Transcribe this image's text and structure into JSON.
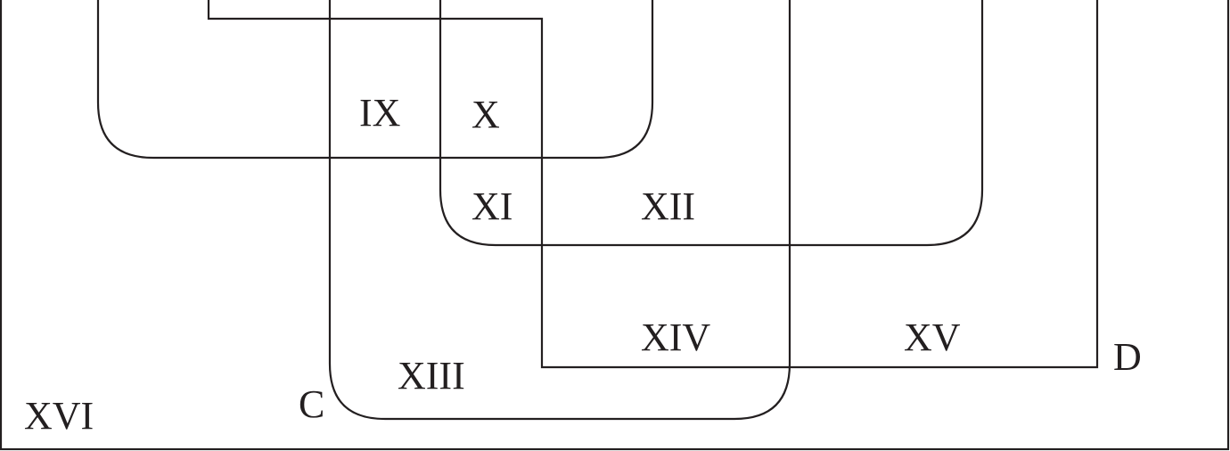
{
  "region_labels": {
    "ix": "IX",
    "x": "X",
    "xi": "XI",
    "xii": "XII",
    "xiii": "XIII",
    "xiv": "XIV",
    "xv": "XV",
    "xvi": "XVI"
  },
  "set_labels": {
    "c": "C",
    "d": "D"
  },
  "colors": {
    "stroke": "#231f20",
    "background": "#ffffff"
  }
}
